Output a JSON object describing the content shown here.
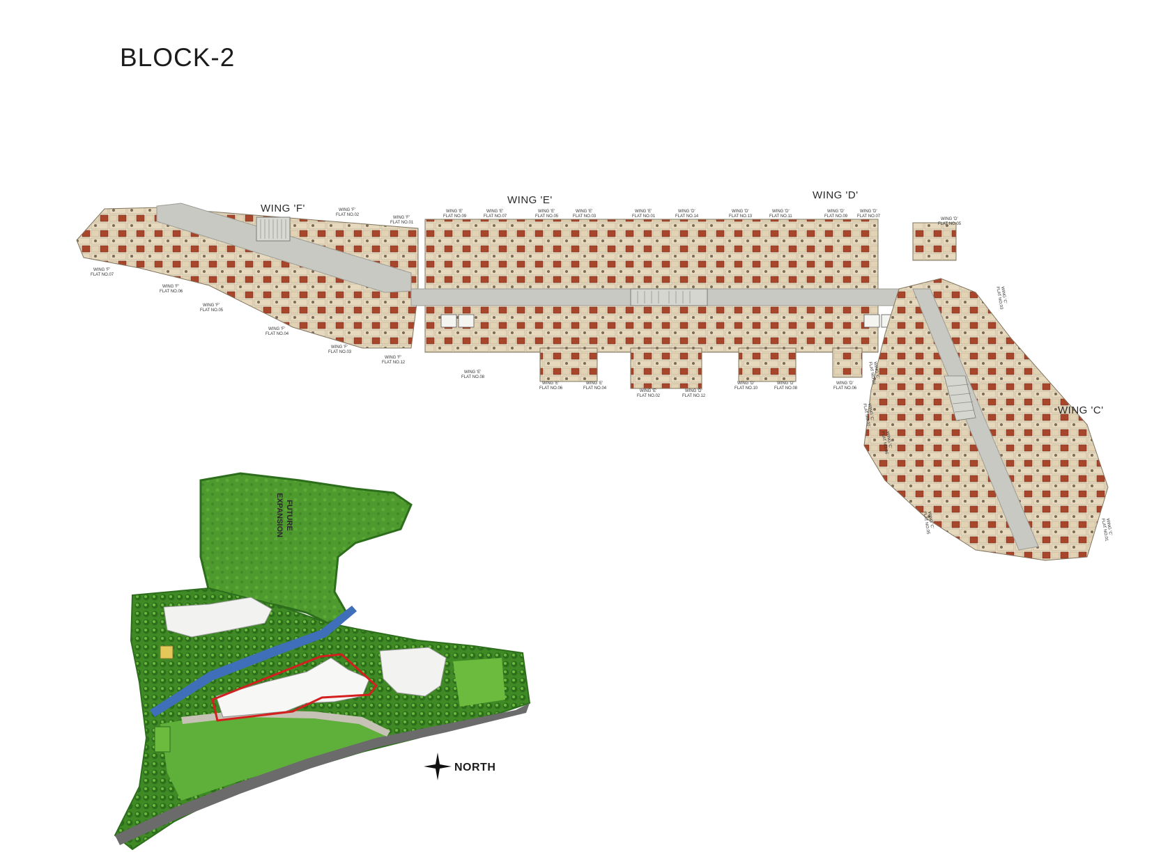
{
  "title": "BLOCK-2",
  "wings": {
    "F": "WING 'F'",
    "E": "WING 'E'",
    "D": "WING 'D'",
    "C": "WING 'C'"
  },
  "flat_labels": {
    "f07": [
      "WING 'F'",
      "FLAT NO.07"
    ],
    "f06": [
      "WING 'F'",
      "FLAT NO.06"
    ],
    "f05": [
      "WING 'F'",
      "FLAT NO.05"
    ],
    "f04": [
      "WING 'F'",
      "FLAT NO.04"
    ],
    "f03": [
      "WING 'F'",
      "FLAT NO.03"
    ],
    "f02": [
      "WING 'F'",
      "FLAT NO.02"
    ],
    "f01": [
      "WING 'F'",
      "FLAT NO.01"
    ],
    "f12": [
      "WING 'F'",
      "FLAT NO.12"
    ],
    "e09": [
      "WING 'E'",
      "FLAT NO.09"
    ],
    "e07": [
      "WING 'E'",
      "FLAT NO.07"
    ],
    "e05": [
      "WING 'E'",
      "FLAT NO.05"
    ],
    "e03": [
      "WING 'E'",
      "FLAT NO.03"
    ],
    "e01": [
      "WING 'E'",
      "FLAT NO.01"
    ],
    "e08": [
      "WING 'E'",
      "FLAT NO.08"
    ],
    "e06": [
      "WING 'E'",
      "FLAT NO.06"
    ],
    "e04": [
      "WING 'E'",
      "FLAT NO.04"
    ],
    "e02": [
      "WING 'E'",
      "FLAT NO.02"
    ],
    "d14": [
      "WING 'D'",
      "FLAT NO.14"
    ],
    "d13": [
      "WING 'D'",
      "FLAT NO.13"
    ],
    "d11": [
      "WING 'D'",
      "FLAT NO.11"
    ],
    "d09": [
      "WING 'D'",
      "FLAT NO.09"
    ],
    "d07": [
      "WING 'D'",
      "FLAT NO.07"
    ],
    "d05": [
      "WING 'D'",
      "FLAT NO.05"
    ],
    "d12": [
      "WING 'D'",
      "FLAT NO.12"
    ],
    "d10": [
      "WING 'D'",
      "FLAT NO.10"
    ],
    "d08": [
      "WING 'D'",
      "FLAT NO.08"
    ],
    "d06": [
      "WING 'D'",
      "FLAT NO.06"
    ],
    "c03": [
      "WING 'C'",
      "FLAT NO.03"
    ],
    "c04": [
      "WING 'C'",
      "FLAT NO.04"
    ],
    "c02": [
      "WING 'C'",
      "FLAT NO.02"
    ],
    "c06": [
      "WING 'C'",
      "FLAT NO.06"
    ],
    "c01": [
      "WING 'C'",
      "FLAT NO.01"
    ],
    "c05": [
      "WING 'C'",
      "FLAT NO.05"
    ]
  },
  "site_map": {
    "future_line1": "FUTURE",
    "future_line2": "EXPANSION",
    "north": "NORTH"
  },
  "colors": {
    "corridor": "#c9c9c4",
    "flat_floor": "#e8dcc4",
    "bedroom": "#a8462c",
    "greenery": "#4f9a2e",
    "dark_green": "#2d6e1d",
    "road": "#6b6b6b",
    "water": "#3e6fb8",
    "highlight": "#d41f1f"
  }
}
